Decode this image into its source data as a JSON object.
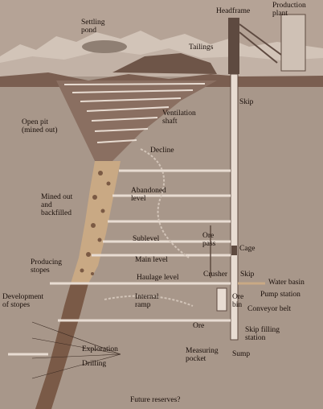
{
  "labels": {
    "settling_pond": "Settling\npond",
    "headframe": "Headframe",
    "production_plant": "Production\nplant",
    "tailings": "Tailings",
    "skip_top": "Skip",
    "ventilation_shaft": "Ventilation\nshaft",
    "open_pit": "Open pit\n(mined out)",
    "decline": "Decline",
    "abandoned_level": "Abandoned\nlevel",
    "mined_out_backfilled": "Mined out\nand\nbackfilled",
    "ore_pass": "Ore\npass",
    "sublevel": "Sublevel",
    "cage": "Cage",
    "main_level": "Main level",
    "producing_stopes": "Producing\nstopes",
    "crusher": "Crusher",
    "skip_mid": "Skip",
    "haulage_level": "Haulage level",
    "water_basin": "Water basin",
    "pump_station": "Pump station",
    "development_of_stopes": "Development\nof stopes",
    "internal_ramp": "Internal\nramp",
    "ore_bin": "Ore\nbin",
    "conveyor_belt": "Conveyor belt",
    "ore": "Ore",
    "skip_filling_station": "Skip filling\nstation",
    "exploration": "Exploration",
    "drilling": "Drilling",
    "measuring_pocket": "Measuring\npocket",
    "sump": "Sump",
    "future_reserves": "Future reserves?"
  }
}
